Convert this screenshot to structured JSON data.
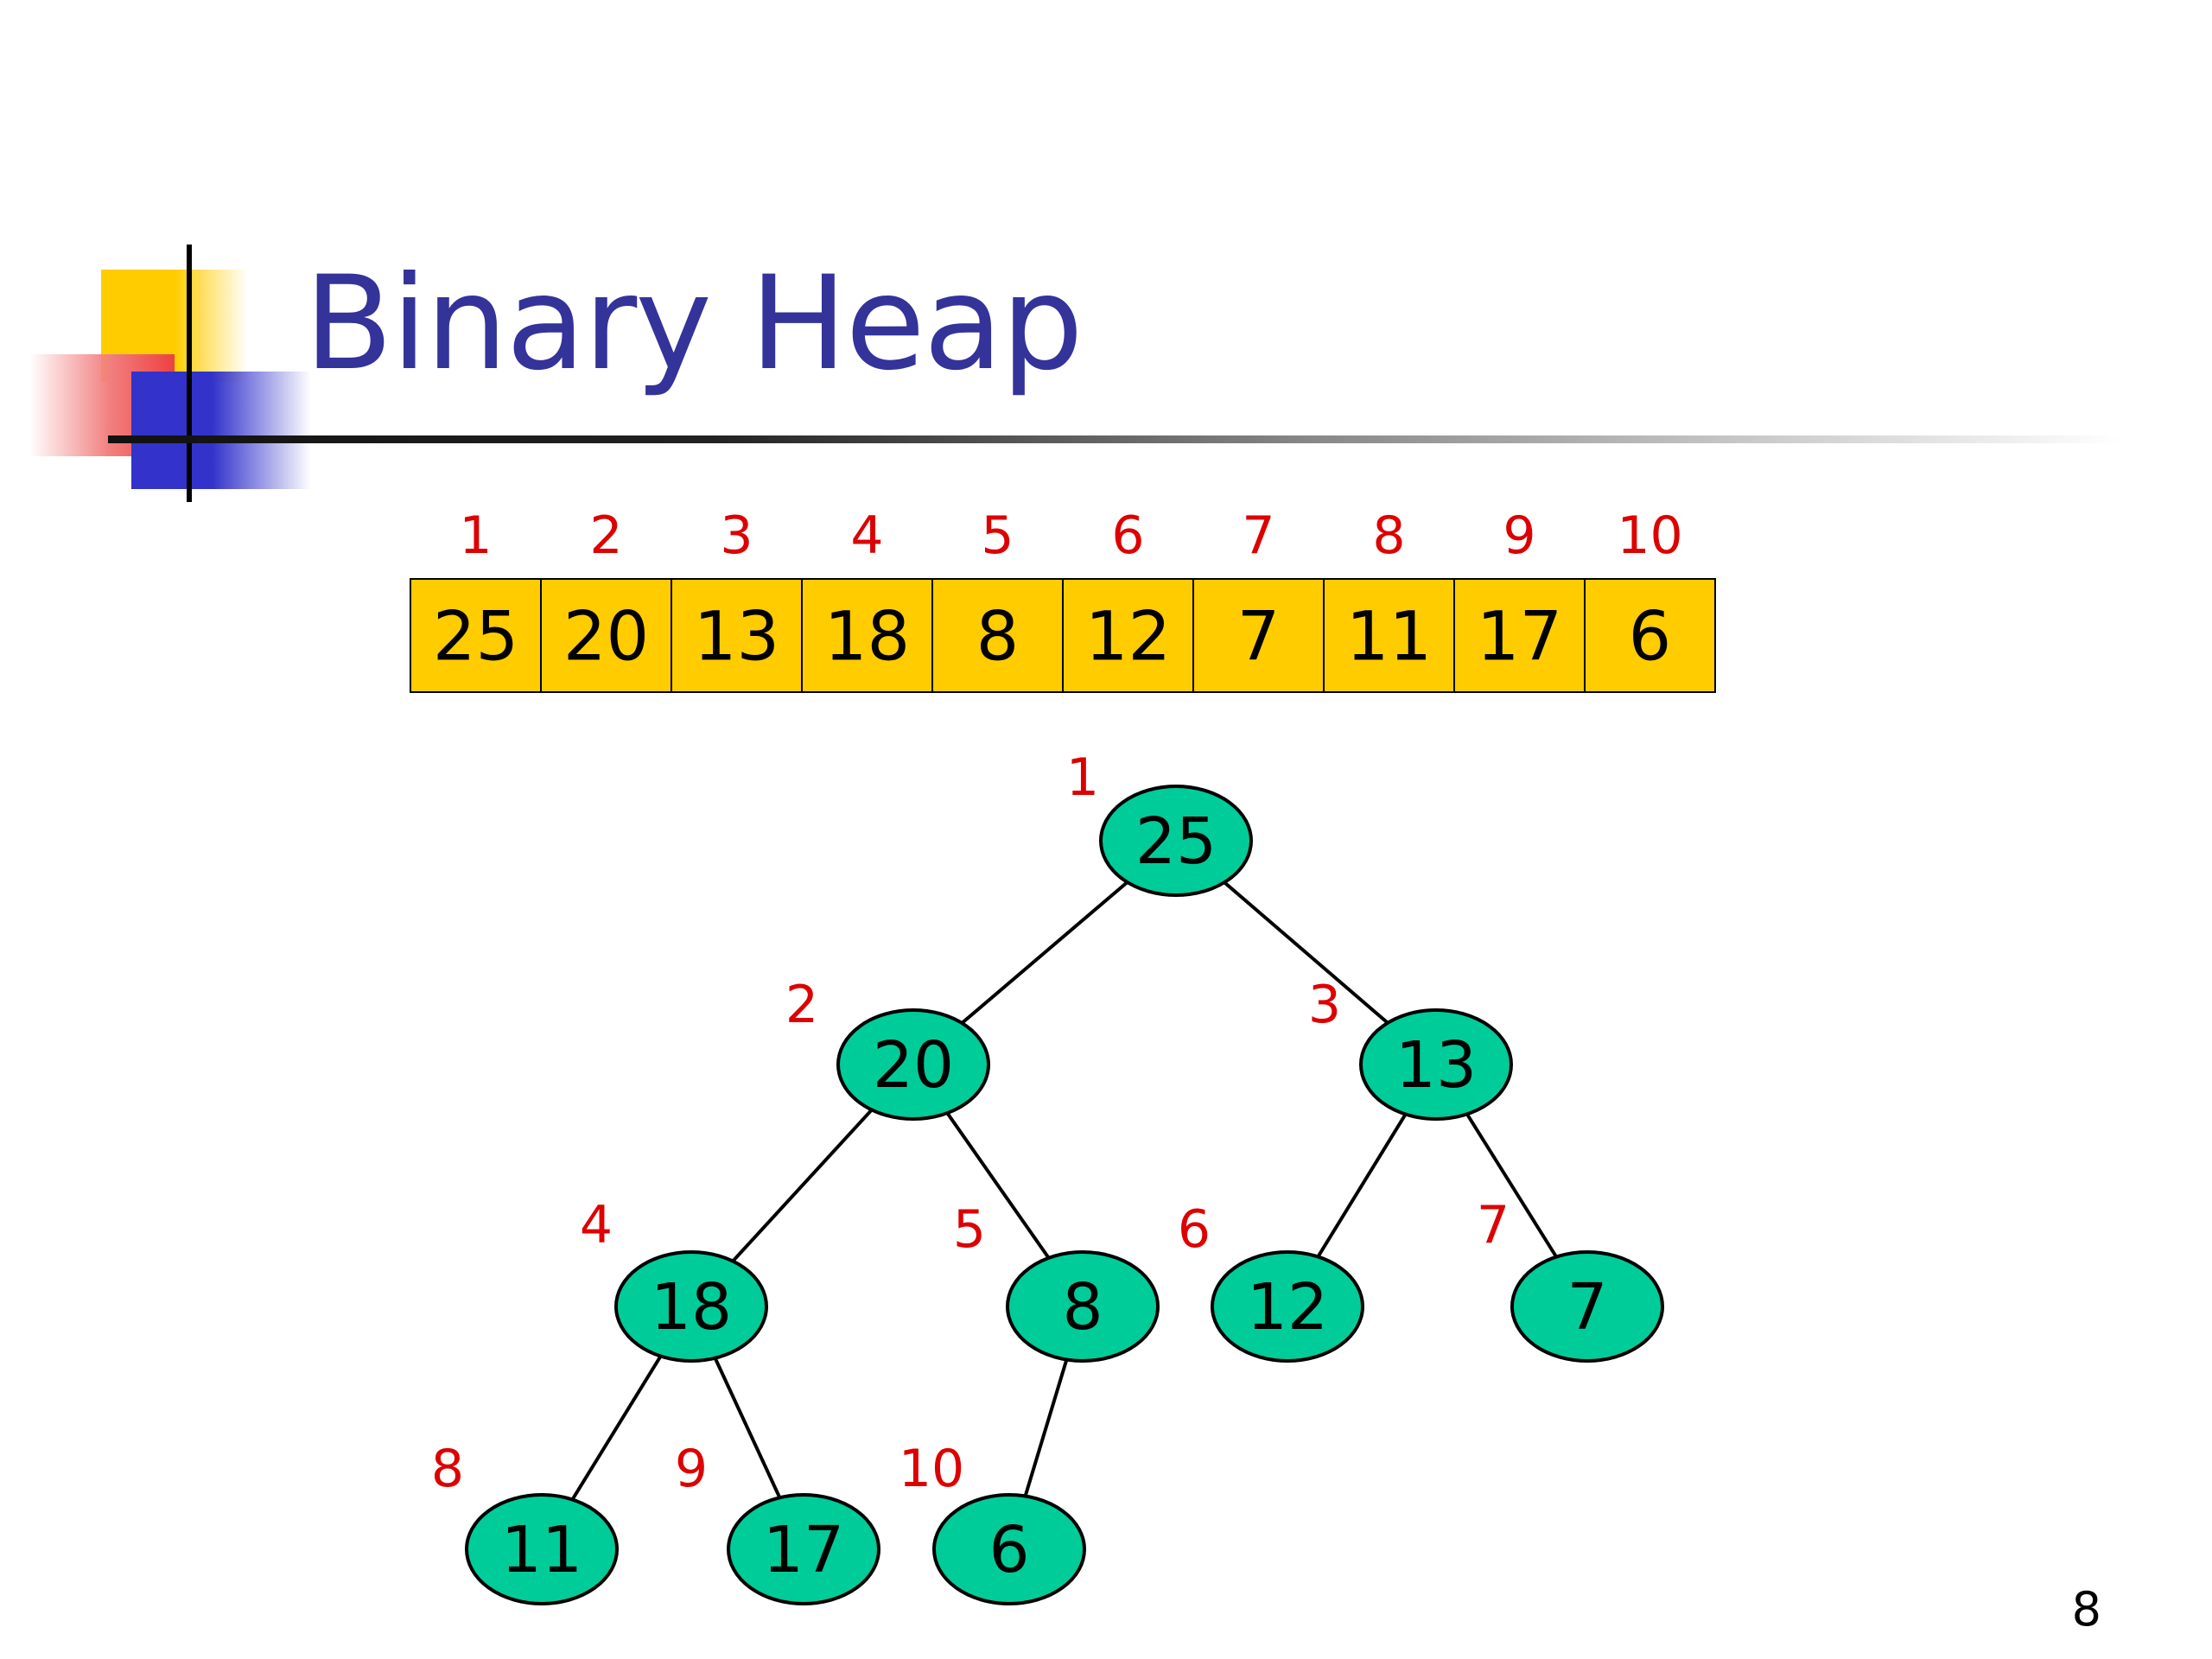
{
  "title": "Binary Heap",
  "page_number": "8",
  "colors": {
    "title": "#333399",
    "index_label": "#DD0000",
    "array_cell_fill": "#FFCC00",
    "node_fill": "#00CC99",
    "stroke": "#000000"
  },
  "array": {
    "indices": [
      "1",
      "2",
      "3",
      "4",
      "5",
      "6",
      "7",
      "8",
      "9",
      "10"
    ],
    "values": [
      "25",
      "20",
      "13",
      "18",
      "8",
      "12",
      "7",
      "11",
      "17",
      "6"
    ]
  },
  "tree": {
    "nodes": [
      {
        "index": "1",
        "value": "25"
      },
      {
        "index": "2",
        "value": "20"
      },
      {
        "index": "3",
        "value": "13"
      },
      {
        "index": "4",
        "value": "18"
      },
      {
        "index": "5",
        "value": "8"
      },
      {
        "index": "6",
        "value": "12"
      },
      {
        "index": "7",
        "value": "7"
      },
      {
        "index": "8",
        "value": "11"
      },
      {
        "index": "9",
        "value": "17"
      },
      {
        "index": "10",
        "value": "6"
      }
    ],
    "edges": [
      [
        1,
        2
      ],
      [
        1,
        3
      ],
      [
        2,
        4
      ],
      [
        2,
        5
      ],
      [
        3,
        6
      ],
      [
        3,
        7
      ],
      [
        4,
        8
      ],
      [
        4,
        9
      ],
      [
        5,
        10
      ]
    ]
  }
}
